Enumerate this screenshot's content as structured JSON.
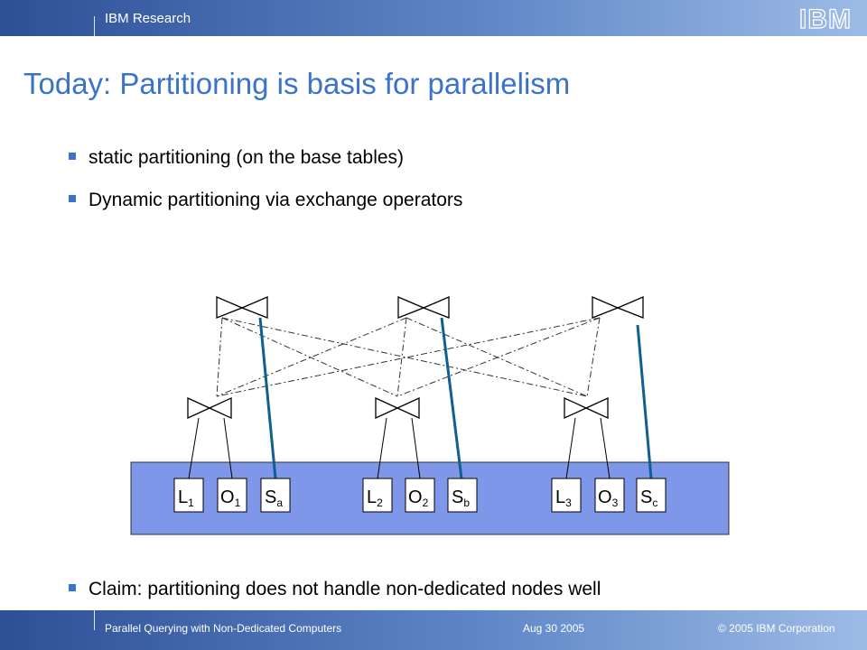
{
  "header": {
    "org": "IBM Research",
    "logo_text": "IBM"
  },
  "slide": {
    "title": "Today: Partitioning is basis for parallelism",
    "bullets": [
      "static partitioning (on the base tables)",
      "Dynamic partitioning via exchange operators"
    ],
    "claim": "Claim: partitioning does not handle non-dedicated nodes well"
  },
  "diagram": {
    "tables": [
      {
        "base": "L",
        "sub": "1"
      },
      {
        "base": "O",
        "sub": "1"
      },
      {
        "base": "S",
        "sub": "a"
      },
      {
        "base": "L",
        "sub": "2"
      },
      {
        "base": "O",
        "sub": "2"
      },
      {
        "base": "S",
        "sub": "b"
      },
      {
        "base": "L",
        "sub": "3"
      },
      {
        "base": "O",
        "sub": "3"
      },
      {
        "base": "S",
        "sub": "c"
      }
    ],
    "colors": {
      "node_box": "#7f97e8",
      "scan_line": "#0f5f8f"
    }
  },
  "footer": {
    "left": "Parallel Querying with Non-Dedicated Computers",
    "center": "Aug 30 2005",
    "right": "© 2005 IBM Corporation"
  },
  "colors": {
    "title": "#3a73c9",
    "header_bar": "#2d4f96"
  }
}
